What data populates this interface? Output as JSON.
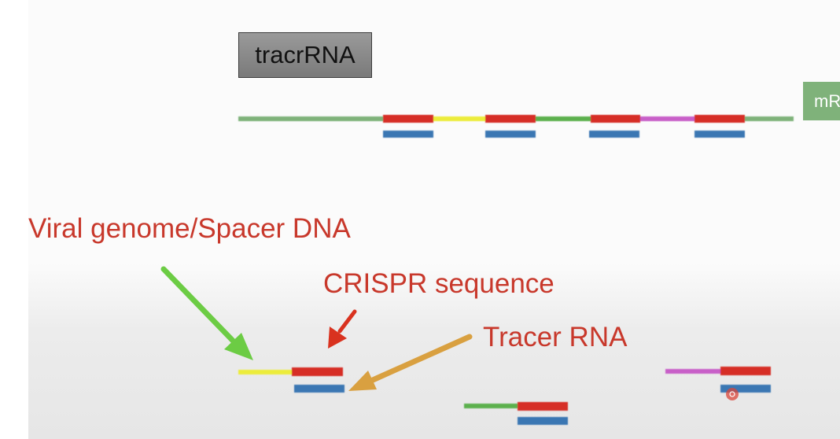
{
  "boxes": {
    "tracr": "tracrRNA",
    "mrna_partial": "mR"
  },
  "labels": {
    "viral": "Viral genome/Spacer DNA",
    "crispr": "CRISPR sequence",
    "tracer": "Tracer RNA"
  },
  "colors": {
    "backbone": "#7fb27a",
    "repeat": "#d62f28",
    "tracr_strand": "#3a77b3",
    "spacer_yellow": "#ecec3a",
    "spacer_green": "#5cb04e",
    "spacer_purple": "#c85fc8",
    "label_text": "#c8382b",
    "arrow_green": "#6ccc44",
    "arrow_red": "#d9321f",
    "arrow_orange": "#d9a040"
  }
}
